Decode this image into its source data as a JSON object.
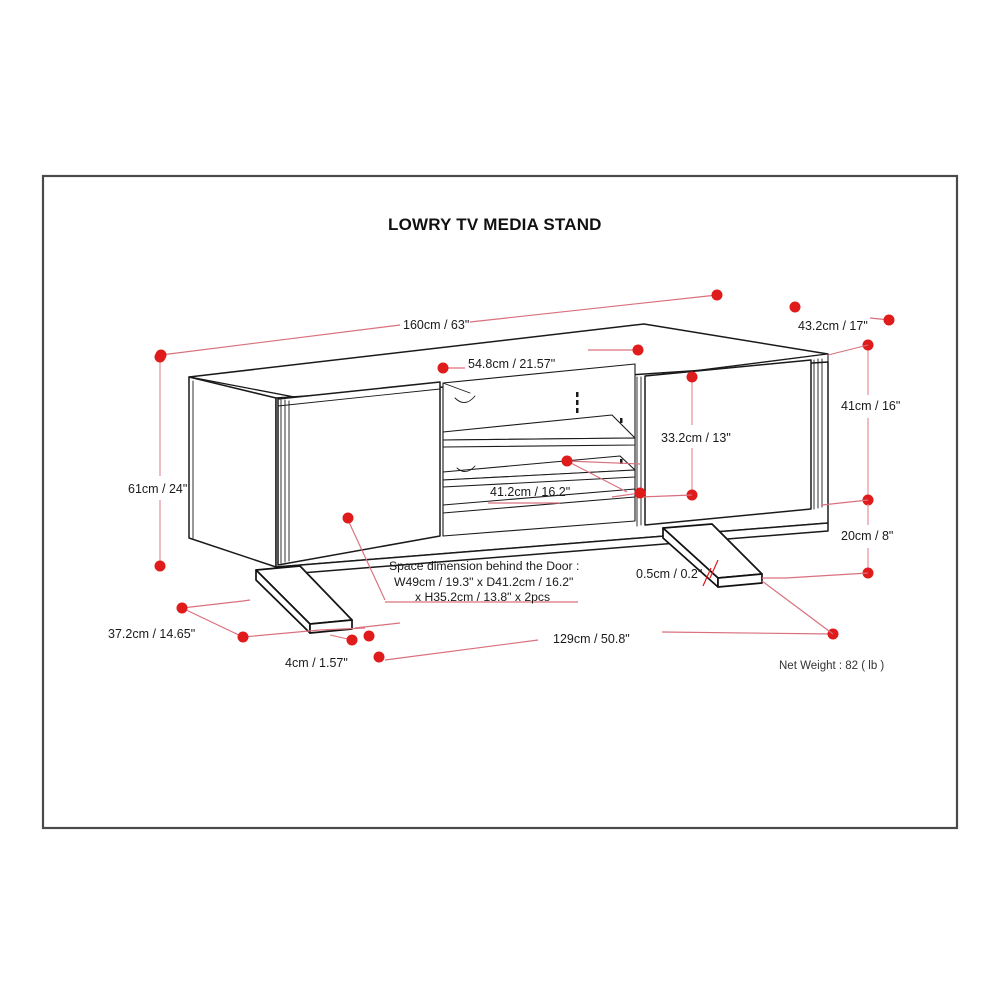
{
  "page": {
    "title": "LOWRY TV MEDIA STAND",
    "background": "#ffffff",
    "frame_color": "#4a4a4a",
    "dim_color": "#d9707e",
    "dot_color": "#e01b1b",
    "line_color": "#1a1a1a"
  },
  "product": {
    "name": "LOWRY TV MEDIA STAND",
    "net_weight": "Net Weight : 82 ( lb )"
  },
  "dimensions": {
    "overall_width": "160cm / 63\"",
    "top_inner_width": "54.8cm / 21.57\"",
    "depth_top": "43.2cm / 17\"",
    "overall_height": "61cm / 24\"",
    "cabinet_height": "41cm / 16\"",
    "door_opening_height": "33.2cm / 13\"",
    "leg_height": "20cm / 8\"",
    "shelf_depth": "41.2cm / 16.2\"",
    "base_depth": "37.2cm / 14.65\"",
    "foot_offset": "4cm / 1.57\"",
    "foot_span": "129cm / 50.8\"",
    "foot_thickness": "0.5cm / 0.2\""
  },
  "callout": {
    "line1": "Space dimension behind the Door :",
    "line2": "W49cm / 19.3\" x D41.2cm / 16.2\"",
    "line3": "x H35.2cm / 13.8\" x 2pcs"
  }
}
